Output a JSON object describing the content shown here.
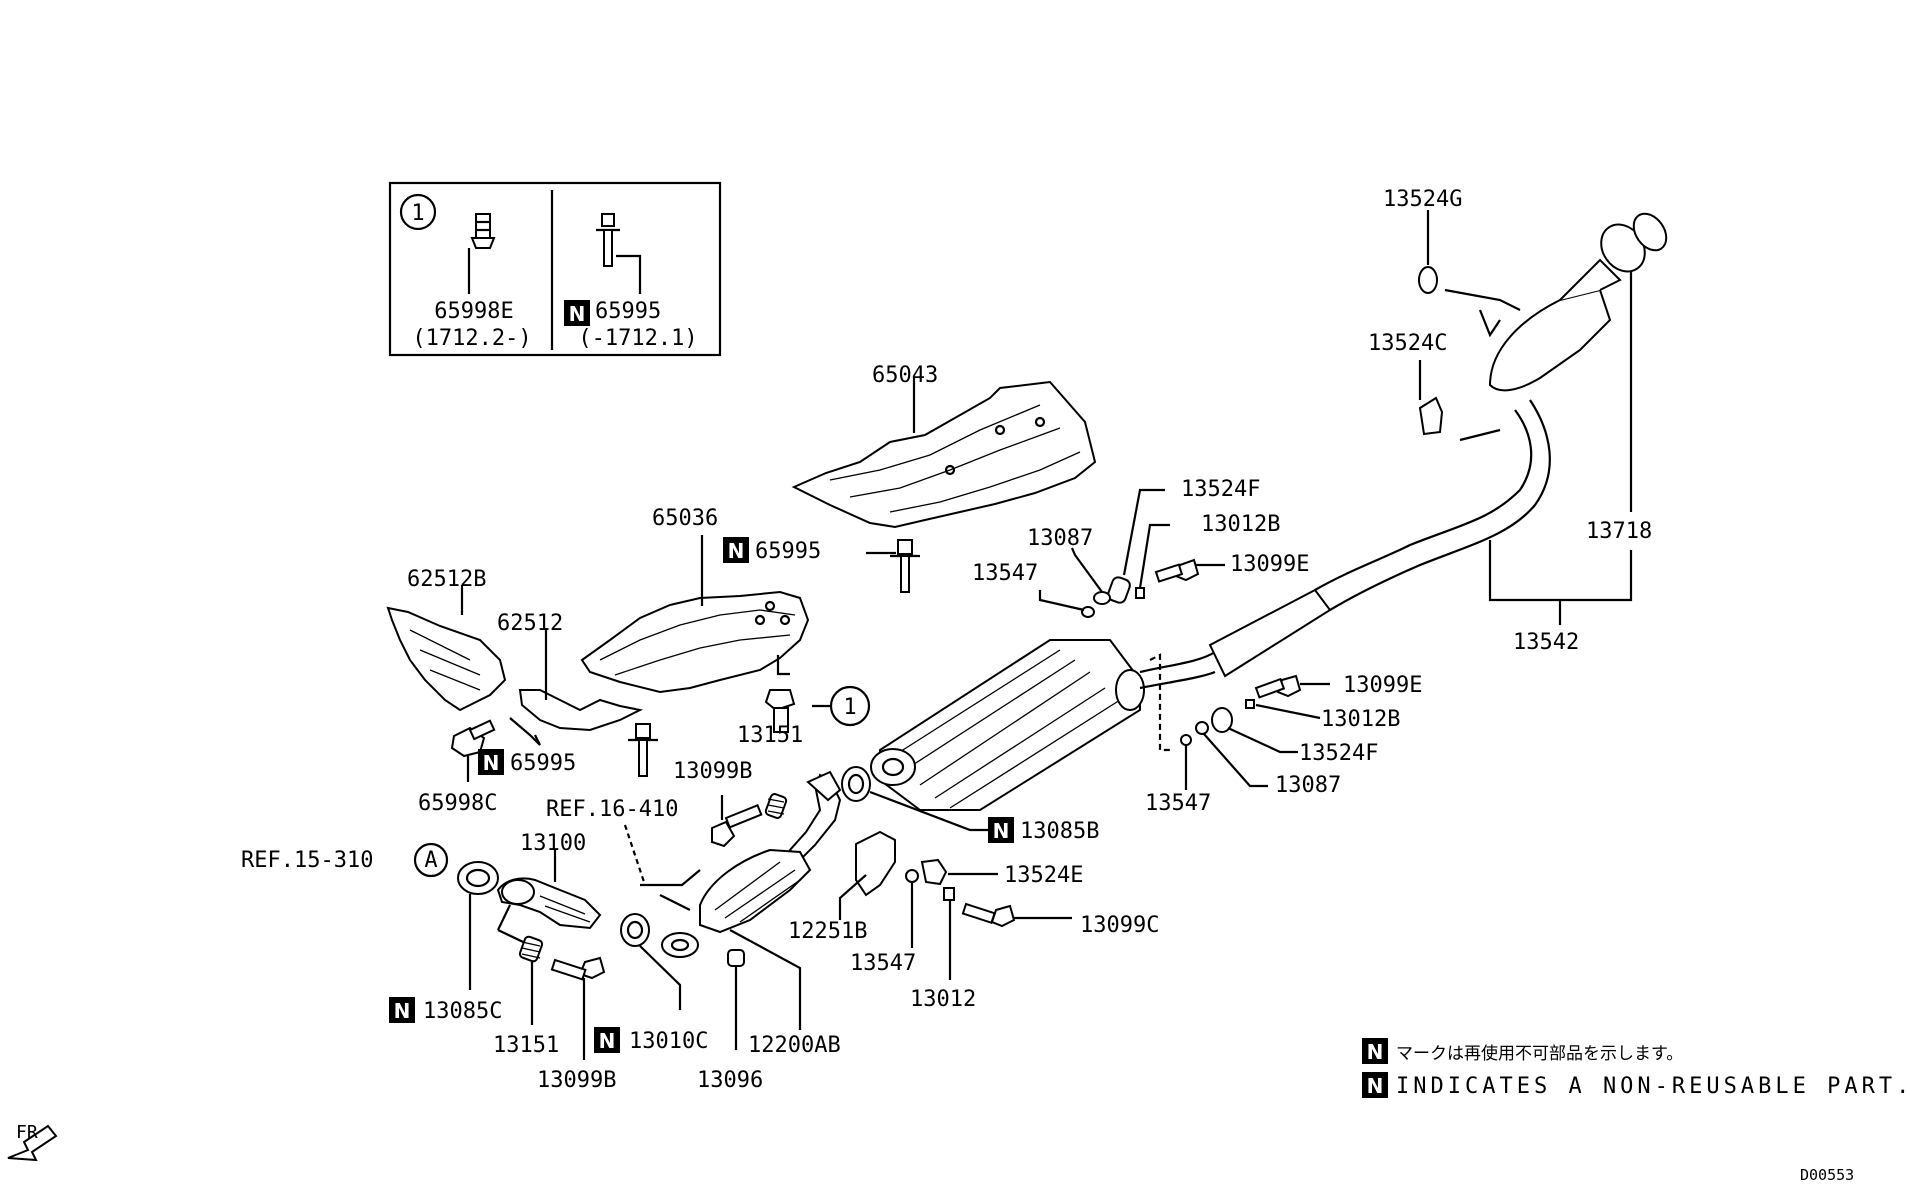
{
  "diagram_id": "D00553",
  "direction_label": "FR",
  "inset": {
    "circle_label": "1",
    "left_part": "65998E",
    "left_range": "(1712.2-)",
    "right_part": "65995",
    "right_range": "(-1712.1)"
  },
  "parts": {
    "p13524G": "13524G",
    "p13524C": "13524C",
    "p13718": "13718",
    "p13542": "13542",
    "p65043": "65043",
    "p13524F_top": "13524F",
    "p13012B_top": "13012B",
    "p13087_top": "13087",
    "p13099E_top": "13099E",
    "p13547_top": "13547",
    "p65036": "65036",
    "p65995_mid": "65995",
    "p62512B": "62512B",
    "p62512": "62512",
    "p13151_top": "13151",
    "p1_ref": "1",
    "p13099E_right": "13099E",
    "p13012B_right": "13012B",
    "p13524F_right": "13524F",
    "p13087_right": "13087",
    "p13547_right": "13547",
    "p65995_low": "65995",
    "p65998C": "65998C",
    "p13099B_top": "13099B",
    "pRef16": "REF.16-410",
    "p13100": "13100",
    "pRef15": "REF.15-310",
    "pA": "A",
    "p13085B": "13085B",
    "p13524E": "13524E",
    "p12251B": "12251B",
    "p13099C": "13099C",
    "p13547_low": "13547",
    "p13012": "13012",
    "p13085C": "13085C",
    "p13151_low": "13151",
    "p13010C": "13010C",
    "p12200AB": "12200AB",
    "p13099B_low": "13099B",
    "p13096": "13096"
  },
  "n_mark": "N",
  "legend": {
    "japanese": "マークは再使用不可部品を示します。",
    "english": "INDICATES A NON-REUSABLE PART."
  }
}
